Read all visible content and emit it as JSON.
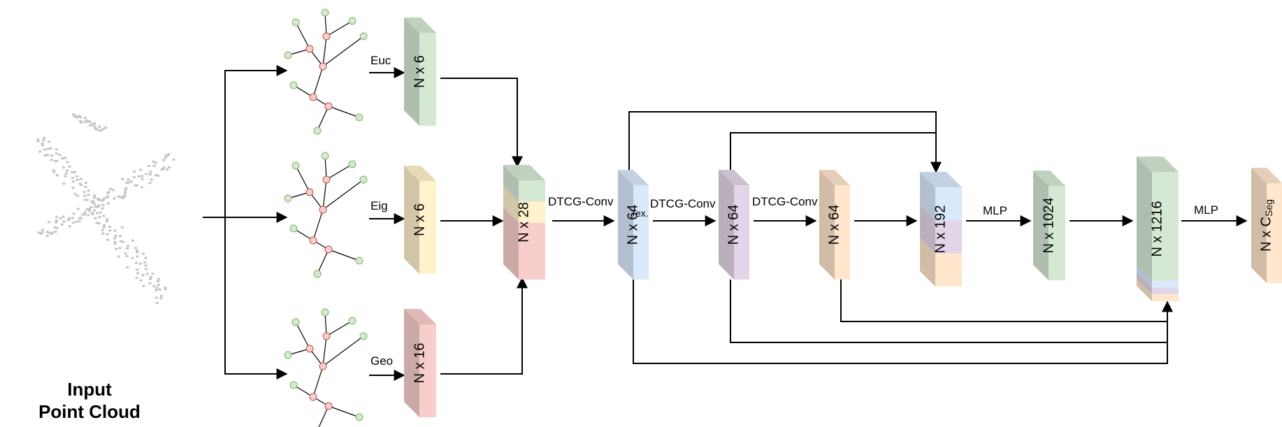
{
  "input": {
    "title_line1": "Input",
    "title_line2": "Point Cloud"
  },
  "graph_branches": [
    {
      "edge_label": "Euc",
      "block_label": "N x 6"
    },
    {
      "edge_label": "Eig",
      "block_label": "N x 6"
    },
    {
      "edge_label": "Geo",
      "block_label": "N x 16"
    }
  ],
  "concat": {
    "block_label": "N x 28"
  },
  "stages": [
    {
      "op_label": "DTCG-Conv",
      "block_label": "N x 64"
    },
    {
      "op_label": "DTCG-Conv",
      "block_label": "N x 64"
    },
    {
      "op_label": "DTCG-Conv",
      "block_label": "N x 64"
    }
  ],
  "tex_label": "Tex.",
  "concat192": {
    "block_label": "N x 192"
  },
  "mlp1": {
    "op_label": "MLP",
    "block_label": "N x 1024"
  },
  "concat1216": {
    "block_label": "N x 1216"
  },
  "mlp2": {
    "op_label": "MLP"
  },
  "output": {
    "block_label_main": "N x C",
    "block_label_sub": "Seg"
  },
  "colors": {
    "green": "#d5e8d4",
    "yellow": "#fff2cc",
    "red": "#f8cecc",
    "blue": "#dae8fc",
    "purple": "#e1d5e7",
    "orange": "#ffe6cc",
    "node_fill_pink": "#f8cecc",
    "node_stroke_pink": "#b85450",
    "node_fill_green": "#d5e8d4",
    "node_stroke_green": "#82b366",
    "point_cloud": "#c2c6c2"
  }
}
